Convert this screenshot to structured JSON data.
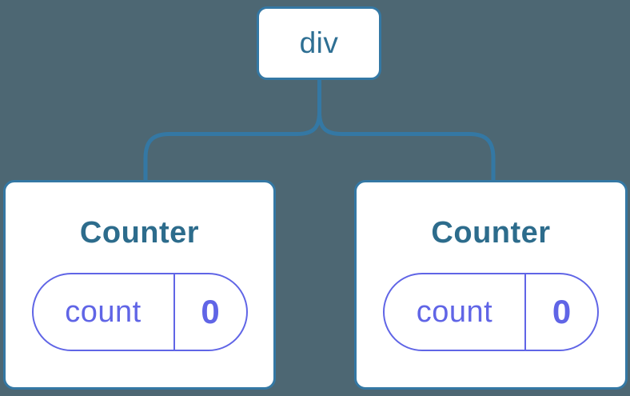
{
  "diagram": {
    "description": "Component tree diagram: one root element with two child components each holding isolated state",
    "root": {
      "label": "div"
    },
    "children": [
      {
        "title": "Counter",
        "state": {
          "key": "count",
          "value": "0"
        }
      },
      {
        "title": "Counter",
        "state": {
          "key": "count",
          "value": "0"
        }
      }
    ]
  },
  "colors": {
    "background": "#4D6773",
    "node_blue": "#3478A4",
    "label_blue": "#2E6F93",
    "title_blue": "#2D6C8C",
    "state_purple": "#6065E6",
    "card_bg": "#FFFFFF"
  }
}
